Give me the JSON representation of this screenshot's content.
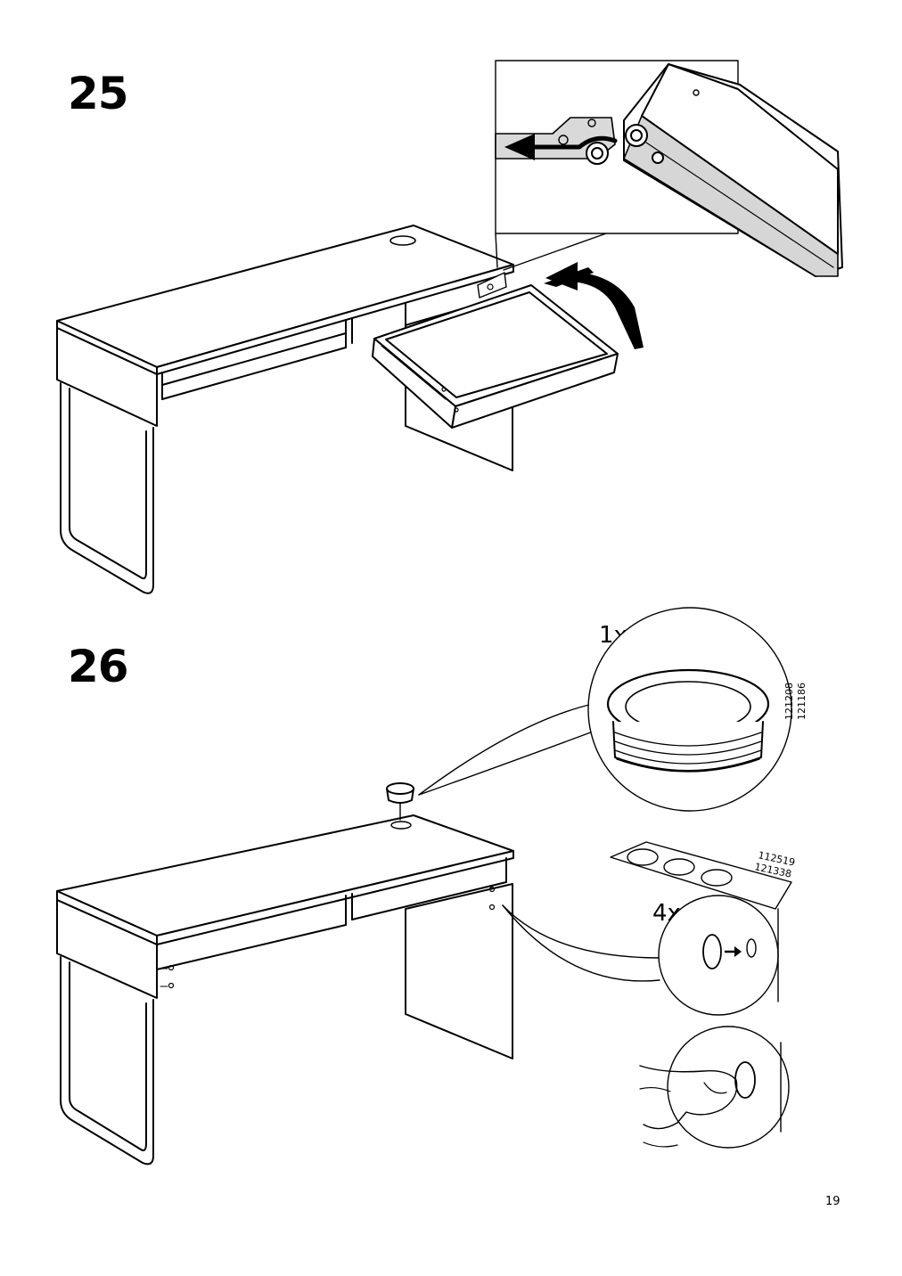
{
  "steps": [
    {
      "number": "25"
    },
    {
      "number": "26",
      "grommet_qty": "1x",
      "grommet_part_numbers": [
        "121208",
        "121186"
      ],
      "cap_qty": "4x",
      "cap_part_numbers": [
        "112519",
        "121338"
      ]
    }
  ],
  "page_number": "19"
}
